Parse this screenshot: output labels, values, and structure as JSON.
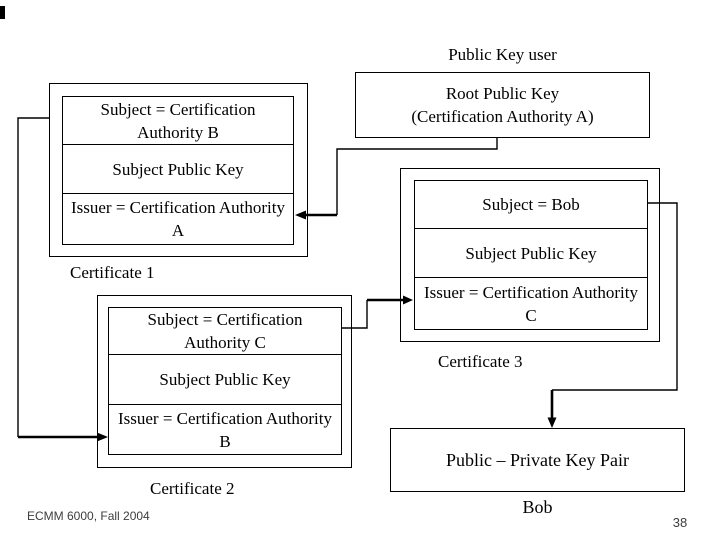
{
  "slide": {
    "title": "Public Key user",
    "footer": "ECMM 6000, Fall 2004",
    "page_number": "38"
  },
  "root_key_box": {
    "line1": "Root Public Key",
    "line2": "(Certification Authority A)"
  },
  "certificates": [
    {
      "label": "Certificate 1",
      "subject": "Subject = Certification Authority B",
      "public_key": "Subject Public Key",
      "issuer": "Issuer = Certification Authority A"
    },
    {
      "label": "Certificate 2",
      "subject": "Subject = Certification Authority C",
      "public_key": "Subject Public Key",
      "issuer": "Issuer = Certification Authority B"
    },
    {
      "label": "Certificate 3",
      "subject": "Subject = Bob",
      "public_key": "Subject Public Key",
      "issuer": "Issuer = Certification Authority C"
    }
  ],
  "key_pair_box": {
    "label": "Public – Private Key Pair",
    "owner": "Bob"
  },
  "colors": {
    "line": "#000000",
    "background": "#ffffff",
    "footer_text": "#3d3d3d"
  }
}
